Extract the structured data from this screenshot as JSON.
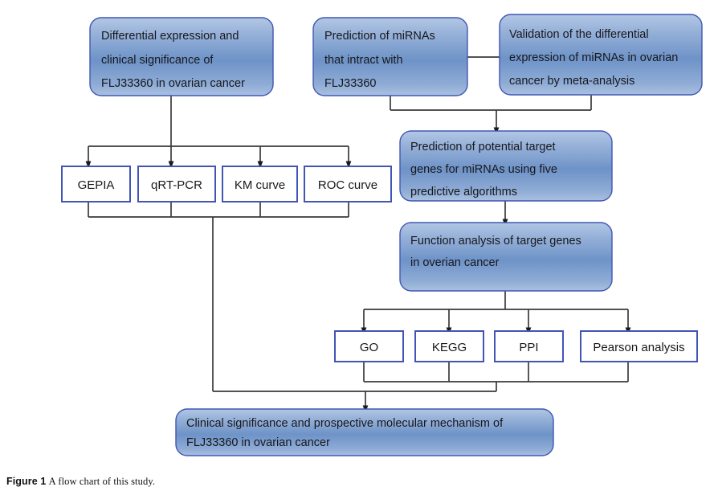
{
  "figure": {
    "caption_label": "Figure 1",
    "caption_text": "A flow chart of this study.",
    "colors": {
      "gradient_top": "#a8c0e0",
      "gradient_mid": "#6e93c8",
      "gradient_bottom": "#9fb9dd",
      "node_border_blue": "#4156b4",
      "white_box_border": "#4156b4",
      "connector": "#333333",
      "text": "#18181c",
      "page_background": "#ffffff"
    }
  },
  "nodes": {
    "differential_expression": {
      "id": "differential-expression-node",
      "style": "gradient",
      "lines": [
        "Differential  expression  and",
        "clinical          significance          of",
        "FLJ33360 in ovarian cancer"
      ],
      "text": "Differential expression and clinical significance of FLJ33360 in ovarian cancer"
    },
    "prediction_mirnas": {
      "id": "prediction-mirnas-node",
      "style": "gradient",
      "lines": [
        "Prediction  of  miRNAs",
        "that        intract        with",
        "FLJ33360"
      ],
      "text": "Prediction of miRNAs that intract with FLJ33360"
    },
    "validation_mirnas": {
      "id": "validation-mirnas-node",
      "style": "gradient",
      "lines": [
        "Validation   of   the   differential",
        "expression of miRNAs in ovarian",
        "cancer by meta-analysis"
      ],
      "text": "Validation of the differential expression of miRNAs in ovarian cancer by meta-analysis"
    },
    "prediction_target_genes": {
      "id": "prediction-target-genes-node",
      "style": "gradient",
      "lines": [
        "Prediction   of   potential   target",
        "genes  for  miRNAs  using  five",
        "predictive algorithms"
      ],
      "text": "Prediction of potential target genes for miRNAs using five predictive algorithms"
    },
    "function_analysis": {
      "id": "function-analysis-node",
      "style": "gradient",
      "lines": [
        "Function analysis of target genes",
        "in overian cancer"
      ],
      "text": "Function analysis of target genes in overian cancer"
    },
    "conclusion": {
      "id": "conclusion-node",
      "style": "gradient",
      "lines": [
        "Clinical  significance  and  prospective  molecular  mechanism  of",
        "FLJ33360 in ovarian cancer"
      ],
      "text": "Clinical significance and prospective molecular mechanism of FLJ33360 in ovarian cancer"
    }
  },
  "method_boxes": [
    {
      "id": "gepia-box",
      "label": "GEPIA"
    },
    {
      "id": "qrtpcr-box",
      "label": "qRT-PCR"
    },
    {
      "id": "km-curve-box",
      "label": "KM curve"
    },
    {
      "id": "roc-curve-box",
      "label": "ROC curve"
    }
  ],
  "analysis_boxes": [
    {
      "id": "go-box",
      "label": "GO"
    },
    {
      "id": "kegg-box",
      "label": "KEGG"
    },
    {
      "id": "ppi-box",
      "label": "PPI"
    },
    {
      "id": "pearson-box",
      "label": "Pearson analysis"
    }
  ],
  "chart_data": {
    "type": "diagram",
    "title": "A flow chart of this study",
    "diagram_kind": "flowchart",
    "nodes": [
      {
        "name": "Differential expression and clinical significance of FLJ33360 in ovarian cancer",
        "shape": "rounded",
        "fill": "blue-gradient"
      },
      {
        "name": "Prediction of miRNAs that intract with FLJ33360",
        "shape": "rounded",
        "fill": "blue-gradient"
      },
      {
        "name": "Validation of the differential expression of miRNAs in ovarian cancer by meta-analysis",
        "shape": "rounded",
        "fill": "blue-gradient"
      },
      {
        "name": "Prediction of potential target genes for miRNAs using five predictive algorithms",
        "shape": "rounded",
        "fill": "blue-gradient"
      },
      {
        "name": "Function analysis of target genes in overian cancer",
        "shape": "rounded",
        "fill": "blue-gradient"
      },
      {
        "name": "GEPIA",
        "shape": "rect",
        "fill": "white"
      },
      {
        "name": "qRT-PCR",
        "shape": "rect",
        "fill": "white"
      },
      {
        "name": "KM curve",
        "shape": "rect",
        "fill": "white"
      },
      {
        "name": "ROC curve",
        "shape": "rect",
        "fill": "white"
      },
      {
        "name": "GO",
        "shape": "rect",
        "fill": "white"
      },
      {
        "name": "KEGG",
        "shape": "rect",
        "fill": "white"
      },
      {
        "name": "PPI",
        "shape": "rect",
        "fill": "white"
      },
      {
        "name": "Pearson analysis",
        "shape": "rect",
        "fill": "white"
      },
      {
        "name": "Clinical significance and prospective molecular mechanism of FLJ33360 in ovarian cancer",
        "shape": "rounded",
        "fill": "blue-gradient"
      }
    ],
    "edges": [
      {
        "from": "Differential expression and clinical significance of FLJ33360 in ovarian cancer",
        "to": "GEPIA"
      },
      {
        "from": "Differential expression and clinical significance of FLJ33360 in ovarian cancer",
        "to": "qRT-PCR"
      },
      {
        "from": "Differential expression and clinical significance of FLJ33360 in ovarian cancer",
        "to": "KM curve"
      },
      {
        "from": "Differential expression and clinical significance of FLJ33360 in ovarian cancer",
        "to": "ROC curve"
      },
      {
        "from": "Prediction of miRNAs that intract with FLJ33360",
        "to": "Validation of the differential expression of miRNAs in ovarian cancer by meta-analysis"
      },
      {
        "from": "Prediction of miRNAs that intract with FLJ33360",
        "to": "Prediction of potential target genes for miRNAs using five predictive algorithms"
      },
      {
        "from": "Validation of the differential expression of miRNAs in ovarian cancer by meta-analysis",
        "to": "Prediction of potential target genes for miRNAs using five predictive algorithms"
      },
      {
        "from": "Prediction of potential target genes for miRNAs using five predictive algorithms",
        "to": "Function analysis of target genes in overian cancer"
      },
      {
        "from": "Function analysis of target genes in overian cancer",
        "to": "GO"
      },
      {
        "from": "Function analysis of target genes in overian cancer",
        "to": "KEGG"
      },
      {
        "from": "Function analysis of target genes in overian cancer",
        "to": "PPI"
      },
      {
        "from": "Function analysis of target genes in overian cancer",
        "to": "Pearson analysis"
      },
      {
        "from": "GEPIA",
        "to": "Clinical significance and prospective molecular mechanism of FLJ33360 in ovarian cancer"
      },
      {
        "from": "qRT-PCR",
        "to": "Clinical significance and prospective molecular mechanism of FLJ33360 in ovarian cancer"
      },
      {
        "from": "KM curve",
        "to": "Clinical significance and prospective molecular mechanism of FLJ33360 in ovarian cancer"
      },
      {
        "from": "ROC curve",
        "to": "Clinical significance and prospective molecular mechanism of FLJ33360 in ovarian cancer"
      },
      {
        "from": "GO",
        "to": "Clinical significance and prospective molecular mechanism of FLJ33360 in ovarian cancer"
      },
      {
        "from": "KEGG",
        "to": "Clinical significance and prospective molecular mechanism of FLJ33360 in ovarian cancer"
      },
      {
        "from": "PPI",
        "to": "Clinical significance and prospective molecular mechanism of FLJ33360 in ovarian cancer"
      },
      {
        "from": "Pearson analysis",
        "to": "Clinical significance and prospective molecular mechanism of FLJ33360 in ovarian cancer"
      }
    ]
  }
}
